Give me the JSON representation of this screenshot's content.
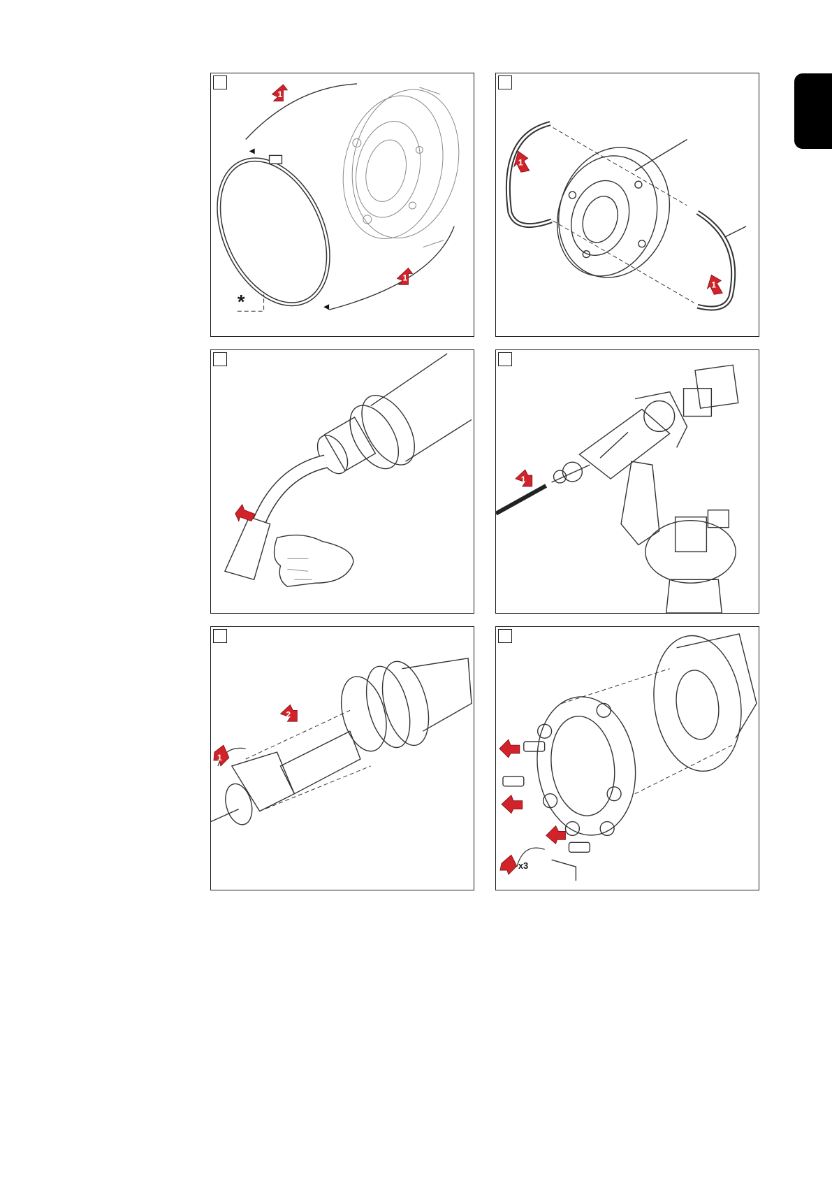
{
  "panels": [
    {
      "id": 1,
      "arrow_labels": [
        "1",
        "1"
      ],
      "callout": "*"
    },
    {
      "id": 2,
      "arrow_labels": [
        "1",
        "1"
      ]
    },
    {
      "id": 3,
      "arrow_labels": []
    },
    {
      "id": 4,
      "arrow_labels": [
        "1"
      ]
    },
    {
      "id": 5,
      "arrow_labels": [
        "1",
        "2"
      ]
    },
    {
      "id": 6,
      "arrow_labels": [],
      "repeat_label": "x3"
    }
  ],
  "colors": {
    "arrow_red": "#d2232a",
    "line": "#333333",
    "border": "#1a1a1a",
    "tab": "#000000"
  },
  "icons": [
    "red-direction-arrow-icon",
    "rotation-arrow-icon",
    "step-checkbox-icon"
  ]
}
